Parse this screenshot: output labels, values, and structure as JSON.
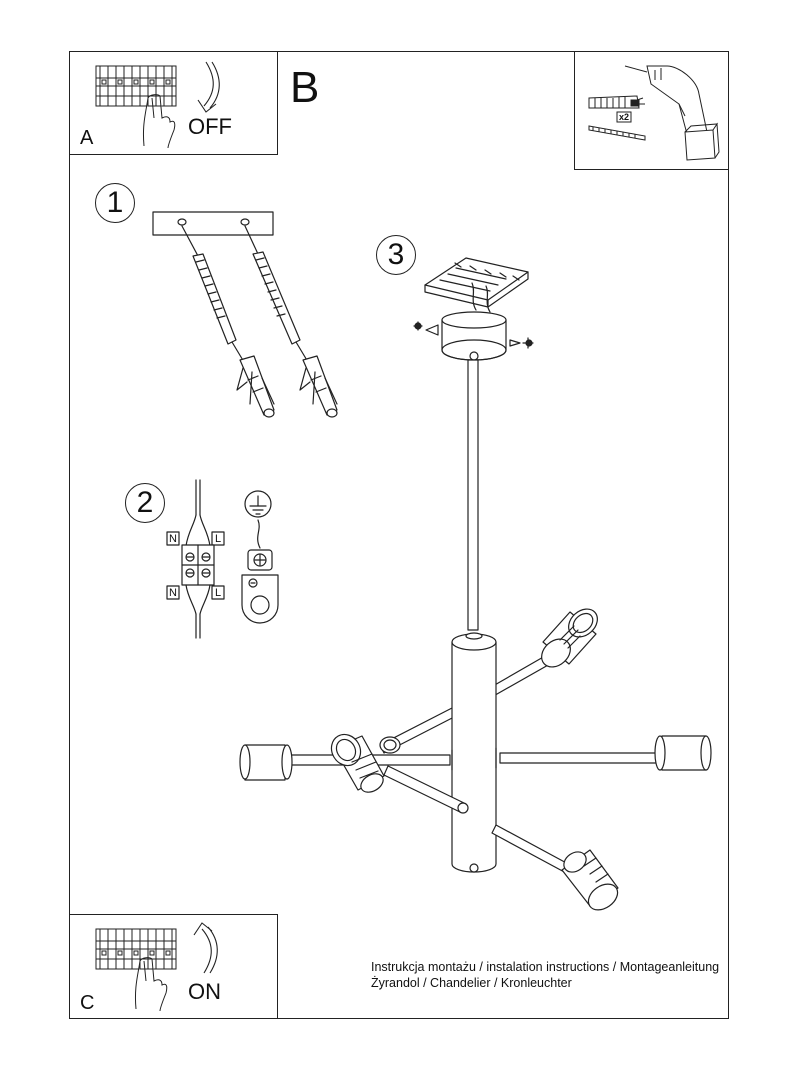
{
  "panel_a": {
    "letter": "A",
    "action": "OFF"
  },
  "panel_b": {
    "letter": "B"
  },
  "panel_c": {
    "letter": "C",
    "action": "ON"
  },
  "steps": [
    "1",
    "2",
    "3"
  ],
  "wiring": {
    "neutral": "N",
    "live": "L"
  },
  "hardware": {
    "quantity": "x2"
  },
  "caption": {
    "line1": "Instrukcja montażu / instalation instructions / Montageanleitung",
    "line2": "Żyrandol / Chandelier / Kronleuchter"
  }
}
